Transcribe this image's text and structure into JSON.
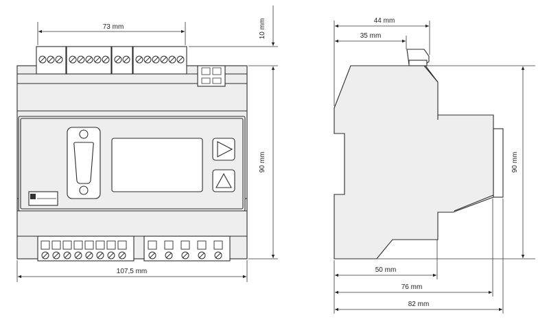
{
  "dimensions": {
    "front_top_width": "73 mm",
    "front_top_terminal_height": "10 mm",
    "front_height": "90 mm",
    "front_width": "107,5 mm",
    "side_top_44": "44 mm",
    "side_top_35": "35 mm",
    "side_height": "90 mm",
    "side_depth_50": "50 mm",
    "side_depth_76": "76 mm",
    "side_depth_82": "82 mm"
  },
  "colors": {
    "line": "#2a2a2a",
    "body_fill": "#eeeeee",
    "background": "#ffffff"
  },
  "icons": {
    "play_button": "right-triangle-icon",
    "up_button": "up-triangle-icon",
    "connector": "sub-d-connector-icon"
  }
}
